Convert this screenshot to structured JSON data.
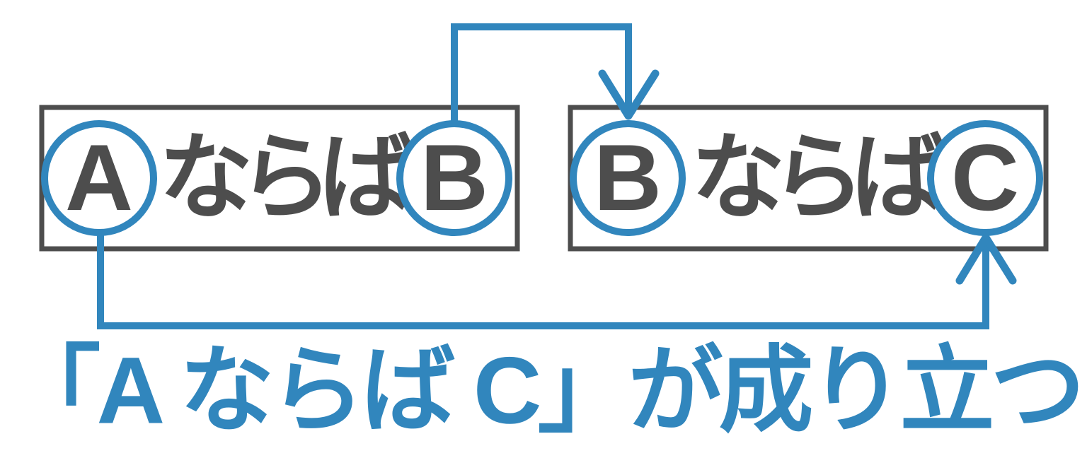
{
  "colors": {
    "accent_blue": "#3186bd",
    "line_gray": "#4d4d4d"
  },
  "diagram": {
    "left_box": {
      "term1": "A",
      "connector": "ならば",
      "term2": "B"
    },
    "right_box": {
      "term1": "B",
      "connector": "ならば",
      "term2": "C"
    }
  },
  "conclusion": {
    "text": "「A ならば C」が成り立つ"
  }
}
